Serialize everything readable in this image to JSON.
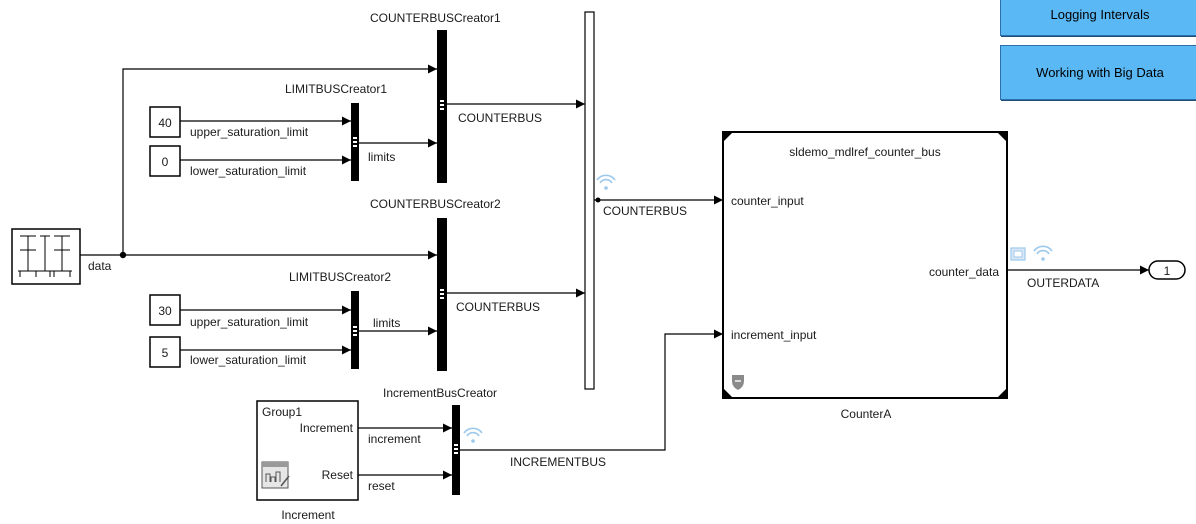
{
  "buttons": {
    "logging": "Logging Intervals",
    "bigdata": "Working with Big Data"
  },
  "blocks": {
    "counterbus_creator1": "COUNTERBUSCreator1",
    "limitbus_creator1": "LIMITBUSCreator1",
    "counterbus_creator2": "COUNTERBUSCreator2",
    "limitbus_creator2": "LIMITBUSCreator2",
    "increment_bus_creator": "IncrementBusCreator",
    "model_ref_title": "sldemo_mdlref_counter_bus",
    "model_ref_name": "CounterA",
    "subsystem_group": "Group1",
    "subsystem_name": "Increment",
    "outport_number": "1"
  },
  "constants": {
    "c1": "40",
    "c2": "0",
    "c3": "30",
    "c4": "5"
  },
  "ports": {
    "counter_input": "counter_input",
    "increment_input": "increment_input",
    "counter_data": "counter_data",
    "sub_increment": "Increment",
    "sub_reset": "Reset"
  },
  "signals": {
    "data": "data",
    "upper1": "upper_saturation_limit",
    "lower1": "lower_saturation_limit",
    "limits1": "limits",
    "counterbus1": "COUNTERBUS",
    "upper2": "upper_saturation_limit",
    "lower2": "lower_saturation_limit",
    "limits2": "limits",
    "counterbus2": "COUNTERBUS",
    "counterbus_main": "COUNTERBUS",
    "increment": "increment",
    "reset": "reset",
    "incrementbus": "INCREMENTBUS",
    "outerdata": "OUTERDATA"
  },
  "colors": {
    "button_fill": "#5ab8f5",
    "logging_icon": "#9cc9ec"
  }
}
